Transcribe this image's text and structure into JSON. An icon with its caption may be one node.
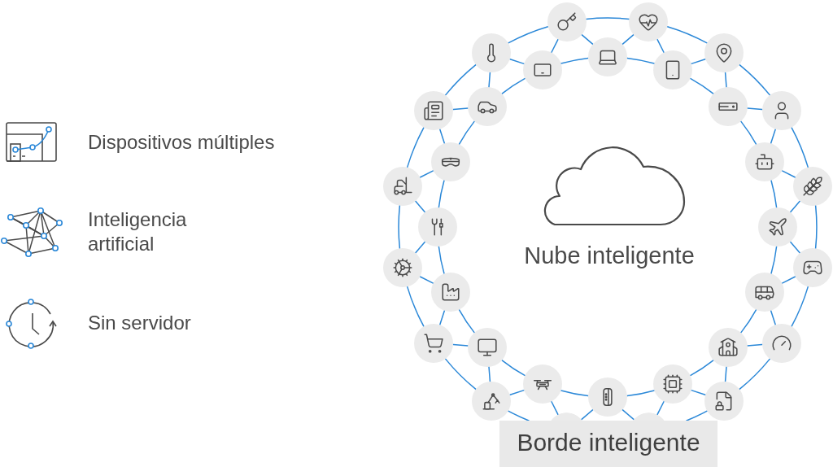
{
  "diagram": {
    "nodes": [
      {
        "text": [],
        "shape": "circle"
      },
      {
        "text": [],
        "shape": "circle"
      },
      {
        "text": [],
        "shape": "circle"
      },
      {
        "text": [],
        "shape": "circle"
      },
      {
        "text": [],
        "shape": "circle"
      },
      {
        "text": [],
        "shape": "circle"
      },
      {
        "text": [],
        "shape": "circle"
      },
      {
        "text": [],
        "shape": "circle"
      },
      {
        "text": [],
        "shape": "circle"
      },
      {
        "text": [],
        "shape": "circle"
      },
      {
        "text": [],
        "shape": "circle"
      },
      {
        "text": [],
        "shape": "circle"
      },
      {
        "text": [],
        "shape": "circle"
      },
      {
        "text": [],
        "shape": "circle"
      },
      {
        "text": [],
        "shape": "circle"
      },
      {
        "text": [],
        "shape": "circle"
      },
      {
        "text": [],
        "shape": "circle"
      },
      {
        "text": [],
        "shape": "circle"
      },
      {
        "text": [],
        "shape": "circle"
      },
      {
        "text": [],
        "shape": "circle"
      },
      {
        "text": [],
        "shape": "circle"
      },
      {
        "text": [],
        "shape": "circle"
      },
      {
        "text": [],
        "shape": "circle"
      },
      {
        "text": [],
        "shape": "circle"
      },
      {
        "text": [],
        "shape": "circle"
      },
      {
        "text": [],
        "shape": "circle"
      },
      {
        "text": [],
        "shape": "circle"
      },
      {
        "text": [],
        "shape": "circle"
      },
      {
        "text": [],
        "shape": "circle"
      },
      {
        "text": [],
        "shape": "circle"
      },
      {
        "text": [],
        "shape": "circle"
      },
      {
        "text": [],
        "shape": "circle"
      },
      {
        "text": [
          "Borde inteligente"
        ]
      }
    ],
    "edges": [
      {
        "from": 0,
        "to": 1,
        "arrow": "none"
      },
      {
        "from": 1,
        "to": 2,
        "arrow": "none"
      },
      {
        "from": 2,
        "to": 3,
        "arrow": "none"
      },
      {
        "from": 3,
        "to": 4,
        "arrow": "none"
      },
      {
        "from": 4,
        "to": 5,
        "arrow": "none"
      },
      {
        "from": 5,
        "to": 6,
        "arrow": "none"
      },
      {
        "from": 6,
        "to": 7,
        "arrow": "none"
      },
      {
        "from": 7,
        "to": 8,
        "arrow": "none"
      },
      {
        "from": 8,
        "to": 9,
        "arrow": "none"
      },
      {
        "from": 9,
        "to": 10,
        "arrow": "none"
      },
      {
        "from": 10,
        "to": 11,
        "arrow": "none"
      },
      {
        "from": 11,
        "to": 12,
        "arrow": "none"
      },
      {
        "from": 12,
        "to": 13,
        "arrow": "none"
      },
      {
        "from": 13,
        "to": 14,
        "arrow": "none"
      },
      {
        "from": 14,
        "to": 15,
        "arrow": "none"
      },
      {
        "from": 15,
        "to": 16,
        "arrow": "none"
      },
      {
        "from": 16,
        "to": 17,
        "arrow": "none"
      },
      {
        "from": 17,
        "to": 18,
        "arrow": "none"
      },
      {
        "from": 18,
        "to": 19,
        "arrow": "none"
      },
      {
        "from": 19,
        "to": 20,
        "arrow": "none"
      },
      {
        "from": 20,
        "to": 21,
        "arrow": "none"
      },
      {
        "from": 21,
        "to": 22,
        "arrow": "none"
      },
      {
        "from": 22,
        "to": 23,
        "arrow": "none"
      },
      {
        "from": 23,
        "to": 24,
        "arrow": "none"
      },
      {
        "from": 24,
        "to": 25,
        "arrow": "none"
      },
      {
        "from": 25,
        "to": 26,
        "arrow": "none"
      },
      {
        "from": 26,
        "to": 27,
        "arrow": "none"
      },
      {
        "from": 27,
        "to": 28,
        "arrow": "none"
      },
      {
        "from": 28,
        "to": 29,
        "arrow": "none"
      },
      {
        "from": 29,
        "to": 30,
        "arrow": "none"
      },
      {
        "from": 30,
        "to": 31,
        "arrow": "none"
      },
      {
        "from": 31,
        "to": 0,
        "arrow": "none"
      },
      {
        "from": 0,
        "to": 2,
        "arrow": "none"
      },
      {
        "from": 2,
        "to": 4,
        "arrow": "none"
      },
      {
        "from": 4,
        "to": 6,
        "arrow": "none"
      },
      {
        "from": 6,
        "to": 8,
        "arrow": "none"
      },
      {
        "from": 8,
        "to": 10,
        "arrow": "none"
      },
      {
        "from": 10,
        "to": 12,
        "arrow": "none"
      },
      {
        "from": 12,
        "to": 14,
        "arrow": "none"
      },
      {
        "from": 14,
        "to": 16,
        "arrow": "none"
      },
      {
        "from": 16,
        "to": 18,
        "arrow": "none"
      },
      {
        "from": 18,
        "to": 20,
        "arrow": "none"
      },
      {
        "from": 20,
        "to": 22,
        "arrow": "none"
      },
      {
        "from": 22,
        "to": 24,
        "arrow": "none"
      },
      {
        "from": 24,
        "to": 26,
        "arrow": "none"
      },
      {
        "from": 26,
        "to": 28,
        "arrow": "none"
      },
      {
        "from": 28,
        "to": 30,
        "arrow": "none"
      },
      {
        "from": 30,
        "to": 0,
        "arrow": "none"
      },
      {
        "from": 1,
        "to": 3,
        "arrow": "none"
      },
      {
        "from": 3,
        "to": 5,
        "arrow": "none"
      },
      {
        "from": 5,
        "to": 7,
        "arrow": "none"
      },
      {
        "from": 7,
        "to": 9,
        "arrow": "none"
      },
      {
        "from": 9,
        "to": 11,
        "arrow": "none"
      },
      {
        "from": 11,
        "to": 13,
        "arrow": "none"
      },
      {
        "from": 13,
        "to": 15,
        "arrow": "none"
      },
      {
        "from": 15,
        "to": 32,
        "arrow": "none"
      },
      {
        "from": 32,
        "to": 21,
        "arrow": "none"
      },
      {
        "from": 21,
        "to": 23,
        "arrow": "none"
      },
      {
        "from": 23,
        "to": 25,
        "arrow": "none"
      },
      {
        "from": 25,
        "to": 27,
        "arrow": "none"
      },
      {
        "from": 27,
        "to": 29,
        "arrow": "none"
      },
      {
        "from": 29,
        "to": 31,
        "arrow": "none"
      },
      {
        "from": 31,
        "to": 1,
        "arrow": "none"
      }
    ],
    "labels": [
      "Dispositivos múltiples",
      "Inteligencia artificial",
      "Sin servidor",
      "Nube inteligente"
    ]
  }
}
